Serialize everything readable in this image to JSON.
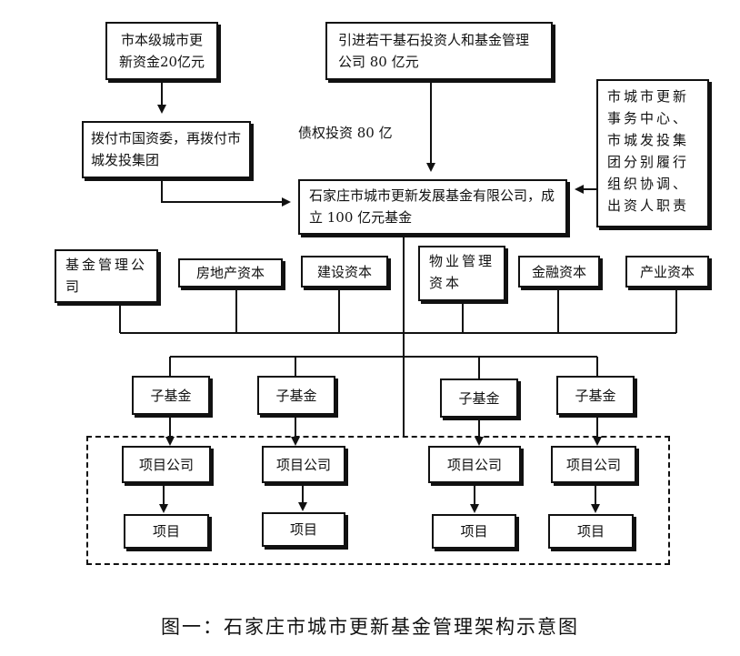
{
  "diagram": {
    "top_left_source": "市本级城市更新资金20亿元",
    "top_right_source": "引进若干基石投资人和基金管理公司 80 亿元",
    "allocation": "拨付市国资委，再拨付市城发投集团",
    "debt_investment": "债权投资 80 亿",
    "fund_company": "石家庄市城市更新发展基金有限公司，成立 100 亿元基金",
    "coordinator": "市城市更新事务中心、市城发投集团分别履行组织协调、出资人职责",
    "capital_partners": [
      "基金管理公司",
      "房地产资本",
      "建设资本",
      "物业管理资本",
      "金融资本",
      "产业资本"
    ],
    "sub_fund_label": "子基金",
    "project_company_label": "项目公司",
    "project_label": "项目"
  },
  "caption": "图一：石家庄市城市更新基金管理架构示意图"
}
